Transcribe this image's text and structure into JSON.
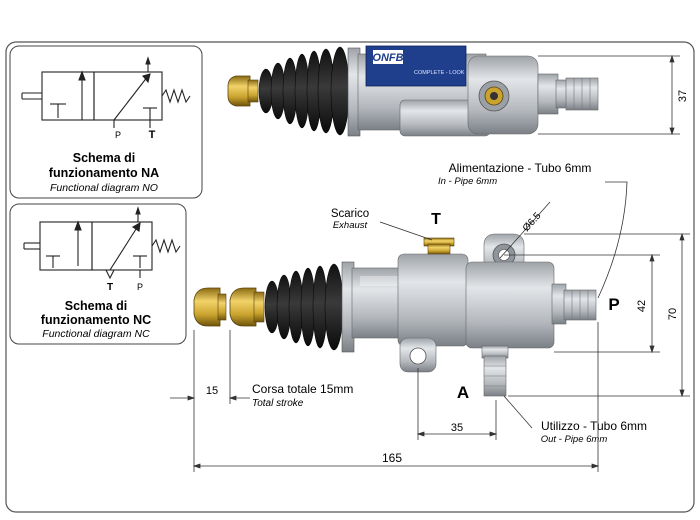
{
  "diagram_na": {
    "title_line1": "Schema di",
    "title_line2": "funzionamento NA",
    "subtitle": "Functional diagram NO",
    "port_p": "P",
    "port_t": "T"
  },
  "diagram_nc": {
    "title_line1": "Schema di",
    "title_line2": "funzionamento NC",
    "subtitle": "Functional diagram NC",
    "port_t": "T",
    "port_p": "P"
  },
  "top_view": {
    "brand": "ONFB",
    "plate_line": "COMPLETE - LOOK",
    "height_dim": "37"
  },
  "side_view": {
    "scarico": "Scarico",
    "exhaust": "Exhaust",
    "port_t": "T",
    "alimentazione": "Alimentazione - Tubo 6mm",
    "in_pipe": "In - Pipe 6mm",
    "bore_dim": "Ø6.5",
    "port_p": "P",
    "dim_42": "42",
    "dim_70": "70",
    "port_a": "A",
    "utilizzo": "Utilizzo - Tubo 6mm",
    "out_pipe": "Out - Pipe 6mm",
    "dim_35": "35",
    "dim_15": "15",
    "corsa": "Corsa totale 15mm",
    "total_stroke": "Total stroke",
    "dim_165": "165"
  },
  "colors": {
    "brass": "#c9a32e",
    "metal": "#b9bdc1",
    "rubber": "#1c1c1c",
    "plate": "#1f3e8c"
  }
}
